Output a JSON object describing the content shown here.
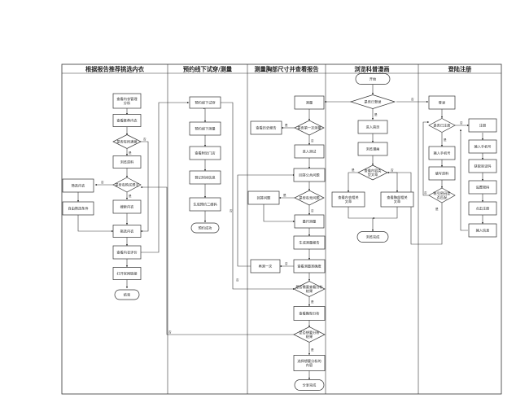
{
  "lanes": [
    {
      "id": "lane1",
      "title": "根据报告推荐挑选内衣"
    },
    {
      "id": "lane2",
      "title": "预约线下试穿/测量"
    },
    {
      "id": "lane3",
      "title": "测量胸部尺寸并查看报告"
    },
    {
      "id": "lane4",
      "title": "浏览科普漫画"
    },
    {
      "id": "lane5",
      "title": "登陆注册"
    }
  ],
  "nodes": {
    "l1_view_mgmt": "查看内衣管理\n分析",
    "l1_recommend": "查看推荐内衣",
    "l1_is_want": "是否有所满意",
    "l1_browse": "浏览资料",
    "l1_has_want": "是否有购买想法",
    "l1_filter": "筛选内衣",
    "l1_by_cond": "自由筛选条件",
    "l1_search": "搜索内衣",
    "l1_pick": "挑选内衣",
    "l1_view_eval": "查看内衣评价",
    "l1_open_shop": "打开官网链接",
    "l1_end": "结束",
    "l2_book": "预约线下试穿",
    "l2_view_test": "预约线下测量",
    "l2_view_store": "查看附近门店",
    "l2_login_info": "登记时间信息",
    "l2_gen_qr": "生成预约二维码",
    "l2_success": "预约成功",
    "l3_measure": "测量",
    "l3_history": "查看历史报告",
    "l3_first_time": "是否第一次测量",
    "l3_enter_test": "进入测试",
    "l3_answer": "回答公共问题",
    "l3_answer_q": "回答问题",
    "l3_has_issue": "是否有无问题",
    "l3_take_size": "量尺测量",
    "l3_gen_report": "生成测量报告",
    "l3_view_report": "查看测量准确度",
    "l3_retest": "再测一次",
    "l3_need_detail": "是否需要查看分析\n结果",
    "l3_view_detail": "查看胸型分析",
    "l3_need_share": "是否想要分析\n结果",
    "l3_share": "选择想要分析的\n内容",
    "l3_done": "分享完成",
    "l4_start": "开始",
    "l4_logged": "是否已登录",
    "l4_home": "进入首页",
    "l4_browse_comic": "浏览漫画",
    "l4_check_type": "查看内容类\n型文章",
    "l4_ctn_comic": "查看内衣相关\n文章",
    "l4_chest_comic": "查看胸部相关\n文章",
    "l4_finish": "浏览完成",
    "l5_login": "登录",
    "l5_registered": "是否已注册",
    "l5_register": "注册",
    "l5_input_phone": "输入手机号",
    "l5_input_phone2": "输入手机号",
    "l5_get_code": "获取验证码",
    "l5_fill_info": "填写资料",
    "l5_set_pwd": "设置密码",
    "l5_code_ok": "账号密码是\n否匹配",
    "l5_confirm": "点击注册",
    "l5_auto_login": "输入信息"
  },
  "edge_labels": {
    "yes": "是",
    "no": "否"
  }
}
